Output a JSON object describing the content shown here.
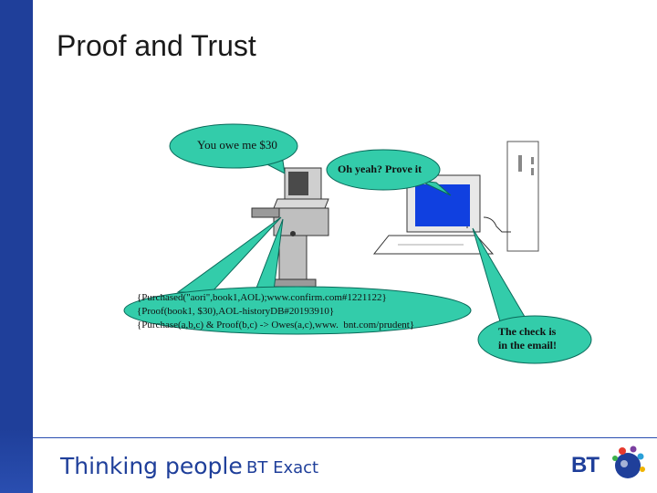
{
  "slide": {
    "title": "Proof and Trust"
  },
  "diagram": {
    "bubble_demand": "You owe me $30",
    "bubble_challenge": "Oh yeah? Prove it",
    "proof_lines": [
      "{Purchased(\"aori\",book1,AOL);www.confirm.com#1221122}",
      "{Proof(book1, $30),AOL-historyDB#20193910}",
      "{Purchase(a,b,c) & Proof(b,c) -> Owes(a,c),www.  bnt.com/prudent}"
    ],
    "bubble_reply_lines": [
      "The check is",
      "in the email!"
    ]
  },
  "footer": {
    "tagline": "Thinking people",
    "product": "BT Exact",
    "logo_text": "BT"
  },
  "colors": {
    "bubble": "#33ccaa",
    "brand_blue": "#1f3f9a",
    "monitor_screen": "#1040e0"
  }
}
